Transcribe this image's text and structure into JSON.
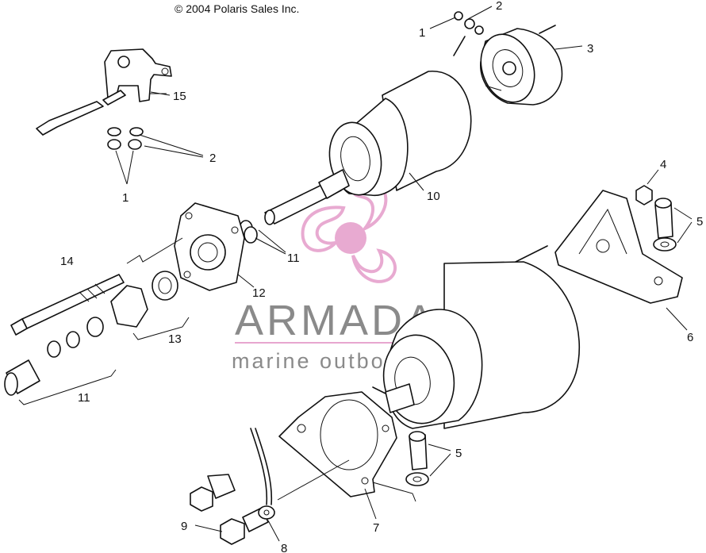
{
  "copyright": "© 2004 Polaris Sales Inc.",
  "watermark": {
    "brand": "ARMADA",
    "tagline": "marine outboards",
    "accent_color": "#e7a6cf",
    "text_color": "#8a8a8a"
  },
  "callouts": {
    "c1_top": "1",
    "c2_top": "2",
    "c3": "3",
    "c15": "15",
    "c2_left": "2",
    "c1_left": "1",
    "c10": "10",
    "c4": "4",
    "c5_upper": "5",
    "c11_upper": "11",
    "c14": "14",
    "c12": "12",
    "c13": "13",
    "c11_lower": "11",
    "c6": "6",
    "c5_lower": "5",
    "c7": "7",
    "c9": "9",
    "c8": "8"
  }
}
